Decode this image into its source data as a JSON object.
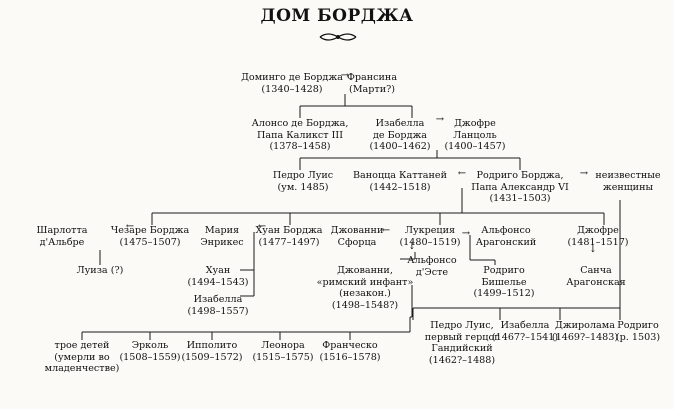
{
  "title": "ДОМ БОРДЖА",
  "icons": {
    "ornament": "ornament-icon"
  },
  "nodes": [
    {
      "id": "domingo",
      "name": "Доминго де Борджа",
      "dates": "(1340–1428)"
    },
    {
      "id": "francina",
      "name": "Франсина",
      "dates": "(Марти?)"
    },
    {
      "id": "alonso",
      "name": "Алонсо де Борджа,\nПапа Каликст III",
      "dates": "(1378–1458)"
    },
    {
      "id": "isabella1",
      "name": "Изабелла\nде Борджа",
      "dates": "(1400–1462)"
    },
    {
      "id": "jofre1",
      "name": "Джофре\nЛанцоль",
      "dates": "(1400–1457)"
    },
    {
      "id": "pedro1",
      "name": "Педро Луис",
      "dates": "(ум. 1485)"
    },
    {
      "id": "vanozza",
      "name": "Ваноцца Каттаней",
      "dates": "(1442–1518)"
    },
    {
      "id": "rodrigo",
      "name": "Родриго Борджа,\nПапа Александр VI",
      "dates": "(1431–1503)"
    },
    {
      "id": "unknown",
      "name": "неизвестные\nженщины",
      "dates": ""
    },
    {
      "id": "charlotte",
      "name": "Шарлотта\nд'Альбре",
      "dates": ""
    },
    {
      "id": "cesare",
      "name": "Чезаре Борджа",
      "dates": "(1475–1507)"
    },
    {
      "id": "maria",
      "name": "Мария\nЭнрикес",
      "dates": ""
    },
    {
      "id": "juan",
      "name": "Хуан Борджа",
      "dates": "(1477–1497)"
    },
    {
      "id": "giovanni_s",
      "name": "Джованни\nСфорца",
      "dates": ""
    },
    {
      "id": "lucrezia",
      "name": "Лукреция",
      "dates": "(1480–1519)"
    },
    {
      "id": "alfonso_a",
      "name": "Альфонсо\nАрагонский",
      "dates": ""
    },
    {
      "id": "jofre2",
      "name": "Джофре",
      "dates": "(1481–1517)"
    },
    {
      "id": "luisa",
      "name": "Луиза (?)",
      "dates": ""
    },
    {
      "id": "juan2",
      "name": "Хуан",
      "dates": "(1494–1543)"
    },
    {
      "id": "isabella2",
      "name": "Изабелла",
      "dates": "(1498–1557)"
    },
    {
      "id": "giovanni_r",
      "name": "Джованни,\n«римский инфант»\n(незакон.)",
      "dates": "(1498–1548?)"
    },
    {
      "id": "alfonso_e",
      "name": "Альфонсо\nд'Эсте",
      "dates": ""
    },
    {
      "id": "rodrigo_b",
      "name": "Родриго\nБишелье",
      "dates": "(1499–1512)"
    },
    {
      "id": "sancha",
      "name": "Санча\nАрагонская",
      "dates": ""
    },
    {
      "id": "three",
      "name": "трое детей\n(умерли во\nмладенчестве)",
      "dates": ""
    },
    {
      "id": "ercole",
      "name": "Эрколь",
      "dates": "(1508–1559)"
    },
    {
      "id": "ippolito",
      "name": "Ипполито",
      "dates": "(1509–1572)"
    },
    {
      "id": "leonora",
      "name": "Леонора",
      "dates": "(1515–1575)"
    },
    {
      "id": "francesco",
      "name": "Франческо",
      "dates": "(1516–1578)"
    },
    {
      "id": "pedro2",
      "name": "Педро Луис,\nпервый герцог\nГандийский",
      "dates": "(1462?–1488)"
    },
    {
      "id": "isabella3",
      "name": "Изабелла",
      "dates": "(1467?–1541)"
    },
    {
      "id": "girolama",
      "name": "Джиролама",
      "dates": "(1469?–1483)"
    },
    {
      "id": "rodrigo2",
      "name": "Родриго",
      "dates": "(р. 1503)"
    }
  ]
}
